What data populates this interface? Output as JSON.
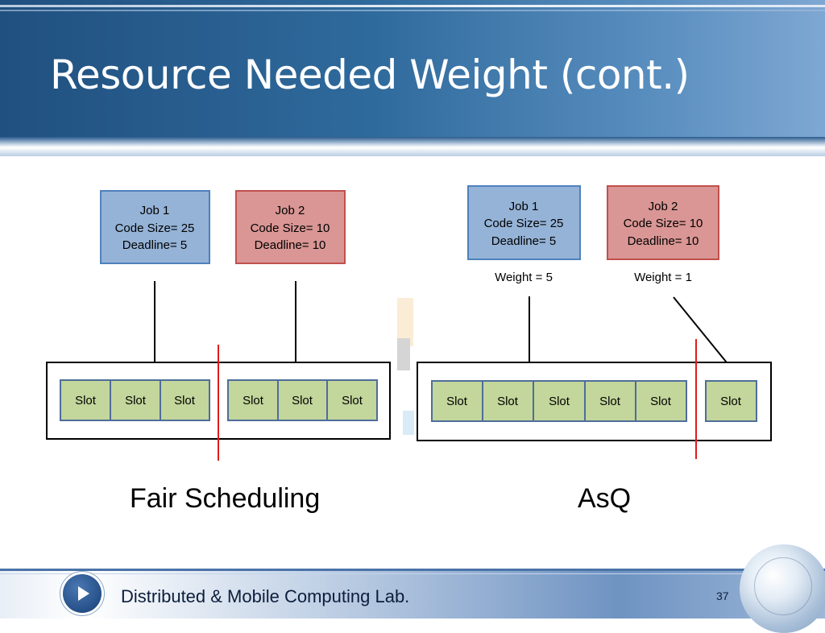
{
  "slide": {
    "title": "Resource Needed Weight (cont.)",
    "page_number": "37",
    "footer_text": "Distributed & Mobile Computing Lab."
  },
  "colors": {
    "job1_fill": "#95b3d7",
    "job1_stroke": "#4f81bd",
    "job2_fill": "#d99694",
    "job2_stroke": "#c0504d",
    "slot_fill": "#c3d69b",
    "slot_stroke": "#4f6d9a",
    "divider": "#e01b1b"
  },
  "left_panel": {
    "caption": "Fair Scheduling",
    "job1": {
      "line1": "Job 1",
      "line2": "Code Size= 25",
      "line3": "Deadline= 5"
    },
    "job2": {
      "line1": "Job 2",
      "line2": "Code Size= 10",
      "line3": "Deadline= 10"
    },
    "slots_group1": [
      "Slot",
      "Slot",
      "Slot"
    ],
    "slots_group2": [
      "Slot",
      "Slot",
      "Slot"
    ]
  },
  "right_panel": {
    "caption": "AsQ",
    "job1": {
      "line1": "Job 1",
      "line2": "Code Size= 25",
      "line3": "Deadline= 5"
    },
    "job2": {
      "line1": "Job 2",
      "line2": "Code Size= 10",
      "line3": "Deadline= 10"
    },
    "job1_weight": "Weight = 5",
    "job2_weight": "Weight = 1",
    "slots_group1": [
      "Slot",
      "Slot",
      "Slot",
      "Slot",
      "Slot"
    ],
    "slots_group2": [
      "Slot"
    ]
  }
}
